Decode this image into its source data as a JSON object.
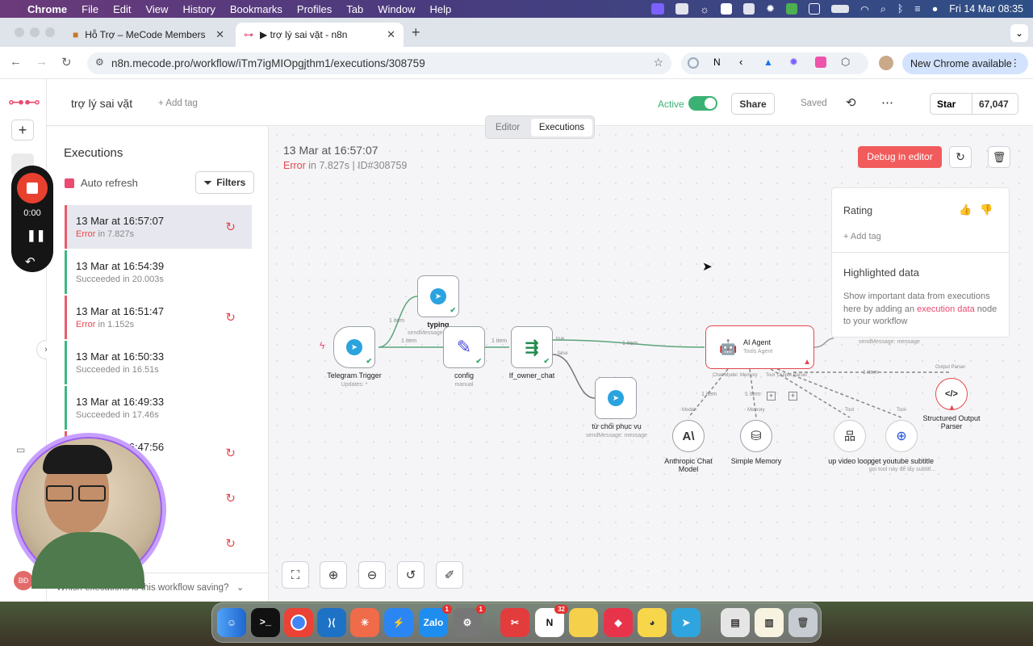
{
  "menubar": {
    "app": "Chrome",
    "items": [
      "File",
      "Edit",
      "View",
      "History",
      "Bookmarks",
      "Profiles",
      "Tab",
      "Window",
      "Help"
    ],
    "clock": "Fri 14 Mar  08:35"
  },
  "tabs": [
    {
      "label": "Hỗ Trợ – MeCode Members"
    },
    {
      "label": "▶ trợ lý sai vặt - n8n"
    }
  ],
  "address": {
    "url": "n8n.mecode.pro/workflow/iTm7igMIOpgjthm1/executions/308759",
    "update": "New Chrome available"
  },
  "header": {
    "workflow_name": "trợ lý sai vặt",
    "add_tag": "+ Add tag",
    "active_label": "Active",
    "share": "Share",
    "saved": "Saved",
    "star": "Star",
    "star_count": "67,047"
  },
  "toggle": {
    "editor": "Editor",
    "executions": "Executions"
  },
  "executions": {
    "title": "Executions",
    "auto_refresh": "Auto refresh",
    "filters": "Filters",
    "items": [
      {
        "time": "13 Mar at 16:57:07",
        "status": "Error",
        "detail": " in 7.827s",
        "error": true
      },
      {
        "time": "13 Mar at 16:54:39",
        "status": "Succeeded in 20.003s",
        "detail": "",
        "error": false
      },
      {
        "time": "13 Mar at 16:51:47",
        "status": "Error",
        "detail": " in 1.152s",
        "error": true
      },
      {
        "time": "13 Mar at 16:50:33",
        "status": "Succeeded in 16.51s",
        "detail": "",
        "error": false
      },
      {
        "time": "13 Mar at 16:49:33",
        "status": "Succeeded in 17.46s",
        "detail": "",
        "error": false
      },
      {
        "time": "13 Mar at 16:47:56",
        "status": "",
        "detail": "",
        "error": true
      }
    ],
    "saving_question": "Which executions is this workflow saving?"
  },
  "detail": {
    "date": "13 Mar at 16:57:07",
    "status": "Error",
    "meta": " in 7.827s | ID#308759",
    "debug": "Debug in editor"
  },
  "rating": {
    "label": "Rating",
    "add_tag": "+ Add tag",
    "highlight_title": "Highlighted data",
    "highlight_text_1": "Show important data from executions here by adding an ",
    "highlight_link": "execution data",
    "highlight_text_2": " node to your workflow"
  },
  "nodes": {
    "telegram": {
      "label": "Telegram Trigger",
      "sub": "Updates: *"
    },
    "typing": {
      "label": "typing",
      "sub": "sendMessage: message"
    },
    "config": {
      "label": "config",
      "sub": "manual"
    },
    "ifnode": {
      "label": "If_owner_chat"
    },
    "reject": {
      "label": "từ chối phục vụ",
      "sub": "sendMessage: message"
    },
    "agent": {
      "label": "AI Agent",
      "sub": "Tools Agent"
    },
    "anthropic": {
      "label": "Anthropic Chat Model"
    },
    "memory": {
      "label": "Simple Memory"
    },
    "upvideo": {
      "label": "up video loop"
    },
    "youtube": {
      "label": "get youtube subtitle",
      "sub": "gọi tool này để lấy subtitl..."
    },
    "parser": {
      "label": "Structured Output Parser"
    }
  },
  "edges": {
    "item1": "1 item",
    "true": "true",
    "false": "false",
    "chat_model": "Chat Model",
    "memory": "Memory",
    "tool": "Tool",
    "output_parser": "Output Parser",
    "model": "Model",
    "send_msg": "sendMessage: message"
  },
  "recorder": {
    "time": "0:00"
  },
  "avatar": "BĐ"
}
